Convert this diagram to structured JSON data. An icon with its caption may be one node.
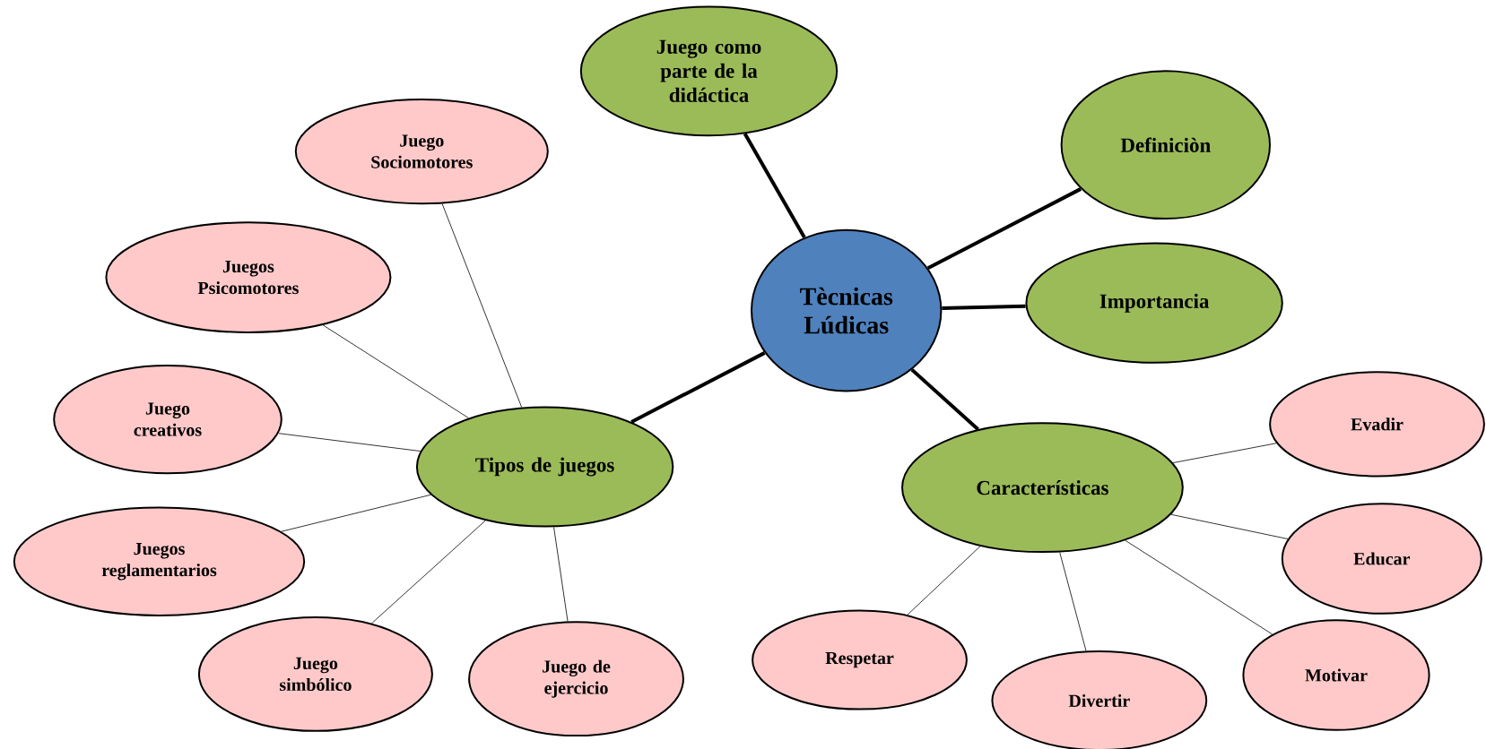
{
  "diagram": {
    "nodes": [
      {
        "text": [
          "Tècnicas Lúdicas"
        ]
      },
      {
        "text": [
          "Juego como parte de la didáctica"
        ]
      },
      {
        "text": [
          "Definiciòn"
        ]
      },
      {
        "text": [
          "Importancia"
        ]
      },
      {
        "text": [
          "Tipos de juegos"
        ]
      },
      {
        "text": [
          "Características"
        ]
      },
      {
        "text": [
          "Juego Sociomotores"
        ]
      },
      {
        "text": [
          "Juegos Psicomotores"
        ]
      },
      {
        "text": [
          "Juego creativos"
        ]
      },
      {
        "text": [
          "Juegos reglamentarios"
        ]
      },
      {
        "text": [
          "Juego simbólico"
        ]
      },
      {
        "text": [
          "Juego de ejercicio"
        ]
      },
      {
        "text": [
          "Evadir"
        ]
      },
      {
        "text": [
          "Educar"
        ]
      },
      {
        "text": [
          "Respetar"
        ]
      },
      {
        "text": [
          "Divertir"
        ]
      },
      {
        "text": [
          "Motivar"
        ]
      }
    ],
    "edges": [
      {
        "from": 0,
        "to": 1,
        "arrow": "none",
        "style": "thick"
      },
      {
        "from": 0,
        "to": 2,
        "arrow": "none",
        "style": "thick"
      },
      {
        "from": 0,
        "to": 3,
        "arrow": "none",
        "style": "thick"
      },
      {
        "from": 0,
        "to": 4,
        "arrow": "none",
        "style": "thick"
      },
      {
        "from": 0,
        "to": 5,
        "arrow": "none",
        "style": "thick"
      },
      {
        "from": 4,
        "to": 6,
        "arrow": "none"
      },
      {
        "from": 4,
        "to": 7,
        "arrow": "none"
      },
      {
        "from": 4,
        "to": 8,
        "arrow": "none"
      },
      {
        "from": 4,
        "to": 9,
        "arrow": "none"
      },
      {
        "from": 4,
        "to": 10,
        "arrow": "none"
      },
      {
        "from": 4,
        "to": 11,
        "arrow": "none"
      },
      {
        "from": 5,
        "to": 12,
        "arrow": "none"
      },
      {
        "from": 5,
        "to": 13,
        "arrow": "none"
      },
      {
        "from": 5,
        "to": 14,
        "arrow": "none"
      },
      {
        "from": 5,
        "to": 15,
        "arrow": "none"
      },
      {
        "from": 5,
        "to": 16,
        "arrow": "none"
      }
    ]
  }
}
